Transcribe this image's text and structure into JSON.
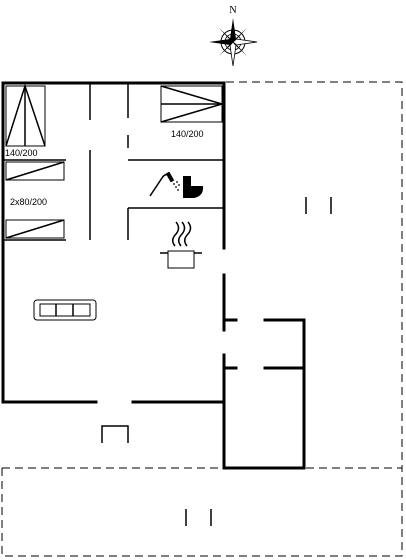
{
  "compass": {
    "label": "N"
  },
  "rooms": {
    "bedroom_1": {
      "bed_label": "140/200"
    },
    "bedroom_2": {
      "bed_label": "140/200"
    },
    "bedroom_3": {
      "bed_label": "2x80/200"
    }
  },
  "icons": {
    "compass": "compass-rose-icon",
    "shower": "shower-icon",
    "toilet": "toilet-icon",
    "kitchen": "cooking-pot-icon",
    "sofa": "sofa-icon"
  }
}
